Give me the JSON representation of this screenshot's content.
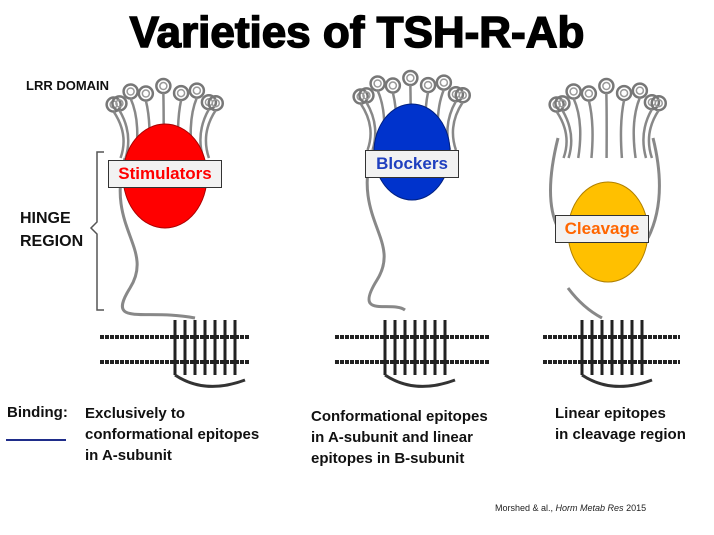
{
  "title": "Varieties of TSH-R-Ab",
  "labels": {
    "lrr_domain": "LRR DOMAIN",
    "hinge_line1": "HINGE",
    "hinge_line2": "REGION",
    "binding": "Binding:"
  },
  "antibodies": [
    {
      "name": "Stimulators",
      "color": "#ff0000",
      "text_color": "#ff0000",
      "description": [
        "Exclusively to",
        "conformational epitopes",
        "in A-subunit"
      ]
    },
    {
      "name": "Blockers",
      "color": "#0033cc",
      "text_color": "#1f3fbf",
      "description": [
        "Conformational epitopes",
        "in A-subunit and linear",
        "epitopes in B-subunit"
      ]
    },
    {
      "name": "Cleavage",
      "color": "#ffc000",
      "text_color": "#ff6600",
      "description": [
        "Linear epitopes",
        "in cleavage region"
      ]
    }
  ],
  "citation": {
    "authors": "Morshed & al., ",
    "journal": "Horm Metab Res",
    "year": " 2015"
  },
  "colors": {
    "binding_line": "#1f2d8a"
  }
}
